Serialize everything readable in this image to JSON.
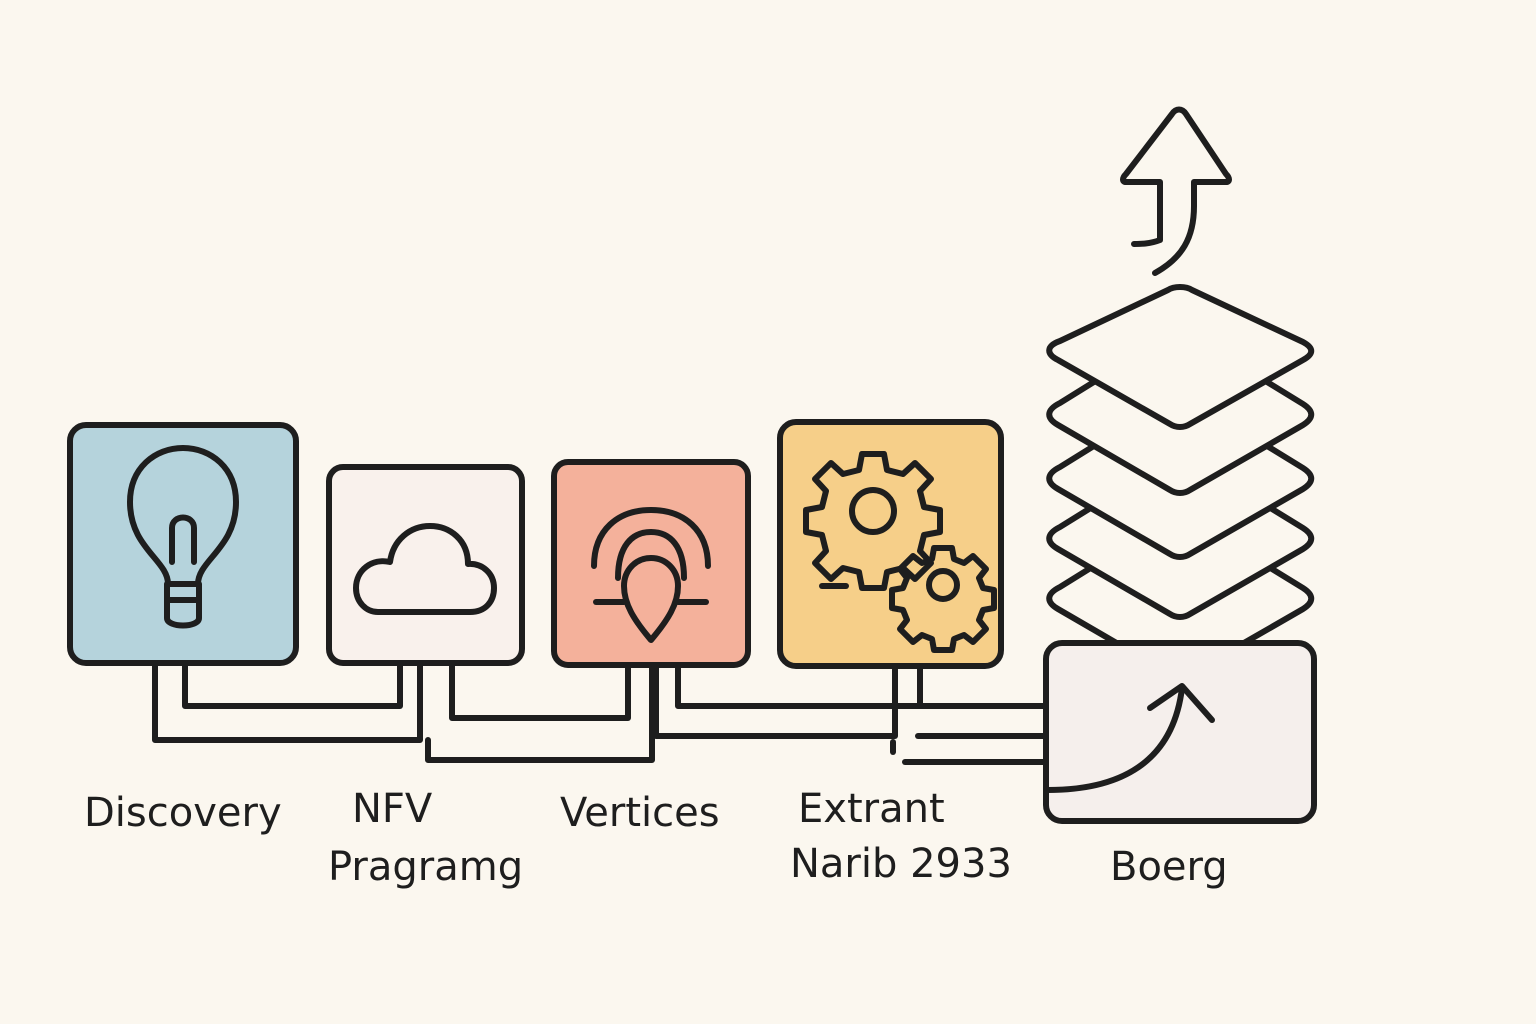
{
  "stages": [
    {
      "label_lines": [
        "Discovery"
      ],
      "icon": "lightbulb-icon",
      "fill": "#B5D3DC"
    },
    {
      "label_lines": [
        "NFV",
        "Pragramg"
      ],
      "icon": "cloud-icon",
      "fill": "#F9F1EC"
    },
    {
      "label_lines": [
        "Vertices"
      ],
      "icon": "location-pin-icon",
      "fill": "#F4B19B"
    },
    {
      "label_lines": [
        "Extrant",
        "Narib 2933"
      ],
      "icon": "gears-icon",
      "fill": "#F6CF89"
    },
    {
      "label_lines": [
        "Boerg"
      ],
      "icon": "growth-arrow-icon",
      "fill": "#F5EFEC"
    }
  ],
  "stack": {
    "layer_count": 5,
    "icon": "layers-icon"
  },
  "top_arrow": {
    "icon": "up-arrow-icon"
  },
  "colors": {
    "background": "#FBF7EF",
    "stroke": "#1E1E1E"
  }
}
